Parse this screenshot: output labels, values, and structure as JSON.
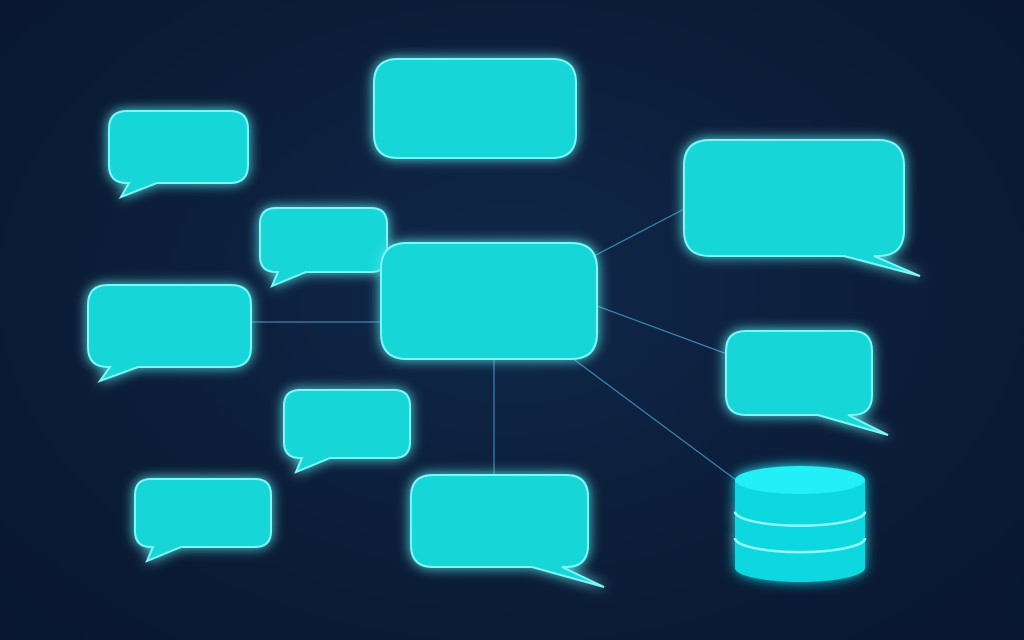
{
  "colors": {
    "background": "#0c1e3a",
    "bubble_fill": "#12d6d8",
    "bubble_stroke": "#7ff6f8",
    "glow": "#28e8ff",
    "connector": "#4aa8d8",
    "database_top": "#22f0f6",
    "database_body": "#10d8e0",
    "database_band": "#8ff9fb"
  },
  "icons": {
    "bubble": "speech-bubble-icon",
    "database": "database-icon"
  },
  "nodes": [
    {
      "id": "bubble-top-center",
      "tail": "none"
    },
    {
      "id": "bubble-top-left",
      "tail": "bottom-left"
    },
    {
      "id": "bubble-mid-left-small",
      "tail": "bottom-left"
    },
    {
      "id": "bubble-left",
      "tail": "bottom-left"
    },
    {
      "id": "bubble-hub",
      "tail": "none"
    },
    {
      "id": "bubble-right-top",
      "tail": "bottom-right"
    },
    {
      "id": "bubble-right-mid",
      "tail": "bottom-right"
    },
    {
      "id": "bubble-lower-left-mid",
      "tail": "bottom-left"
    },
    {
      "id": "bubble-bottom-left",
      "tail": "bottom-left"
    },
    {
      "id": "bubble-bottom-center",
      "tail": "bottom-right"
    },
    {
      "id": "database",
      "type": "database"
    }
  ],
  "edges": [
    [
      "bubble-hub",
      "bubble-left"
    ],
    [
      "bubble-hub",
      "bubble-right-top"
    ],
    [
      "bubble-hub",
      "bubble-right-mid"
    ],
    [
      "bubble-hub",
      "bubble-bottom-center"
    ],
    [
      "bubble-hub",
      "database"
    ]
  ]
}
